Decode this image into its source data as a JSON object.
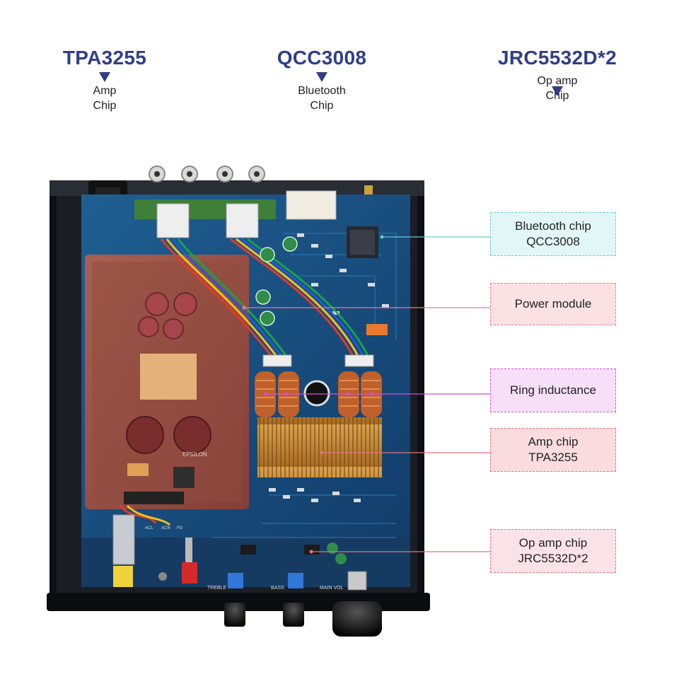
{
  "top_labels": [
    {
      "chip": "TPA3255",
      "desc_line1": "Amp",
      "desc_line2": "Chip"
    },
    {
      "chip": "QCC3008",
      "desc_line1": "Bluetooth",
      "desc_line2": "Chip"
    },
    {
      "chip": "JRC5532D*2",
      "desc_line1": "Op amp",
      "desc_line2": "Chip"
    }
  ],
  "callouts": [
    {
      "line1": "Bluetooth chip",
      "line2": "QCC3008",
      "color": "#6cc7cc",
      "bg": "#e3f6f7"
    },
    {
      "line1": "Power module",
      "line2": "",
      "color": "#e77b86",
      "bg": "#fbe1e4"
    },
    {
      "line1": "Ring inductance",
      "line2": "",
      "color": "#d34fd6",
      "bg": "#f8dff8"
    },
    {
      "line1": "Amp chip",
      "line2": "TPA3255",
      "color": "#e2727d",
      "bg": "#fadcdf"
    },
    {
      "line1": "Op amp chip",
      "line2": "JRC5532D*2",
      "color": "#e2727d",
      "bg": "#fbe2e6"
    }
  ],
  "board_labels": {
    "treble": "TREBLE",
    "bass": "BASS",
    "main_vol": "MAIN VOL",
    "acl": "ACL",
    "acn": "ACN",
    "fg": "FG",
    "psu_brand": "EPSILON"
  }
}
